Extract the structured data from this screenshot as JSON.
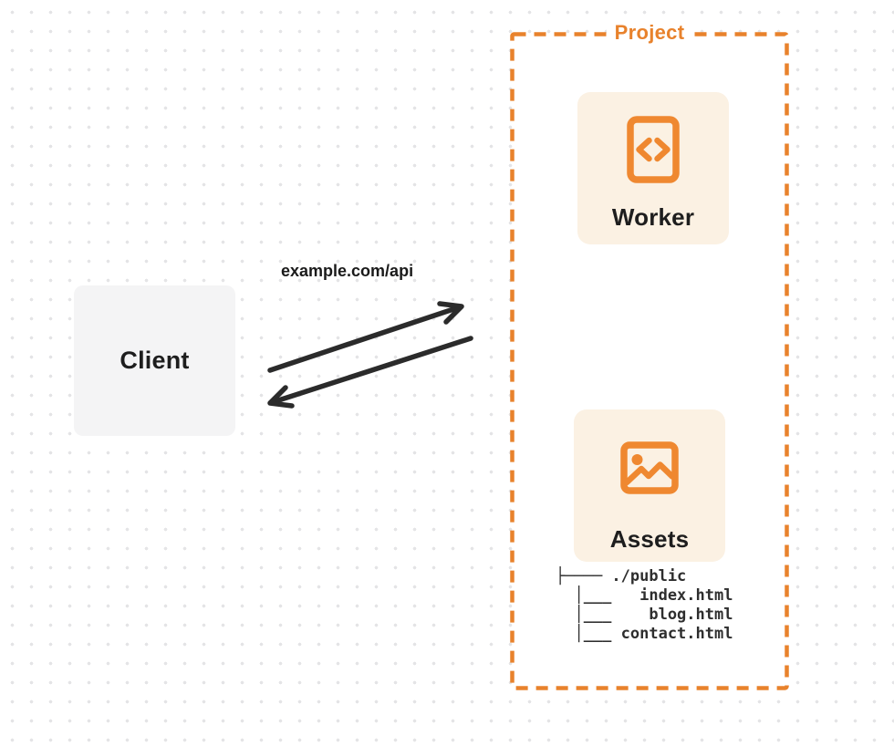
{
  "colors": {
    "accent_orange": "#e8822c",
    "card_cream": "#fbf1e3",
    "client_gray": "#f4f4f5",
    "ink": "#1e1e1e",
    "arrow": "#2b2b2b",
    "dot_grid": "#e4e4e6"
  },
  "client": {
    "label": "Client"
  },
  "request": {
    "url_label": "example.com/api"
  },
  "project": {
    "label": "Project",
    "worker": {
      "label": "Worker",
      "icon": "code-file-icon"
    },
    "assets": {
      "label": "Assets",
      "icon": "image-icon"
    },
    "file_tree": {
      "root": "./public",
      "files": "index.html, blog.html, contact.html",
      "text": "├──── ./public\n  │___   index.html\n  │___    blog.html\n  │___ contact.html"
    }
  }
}
